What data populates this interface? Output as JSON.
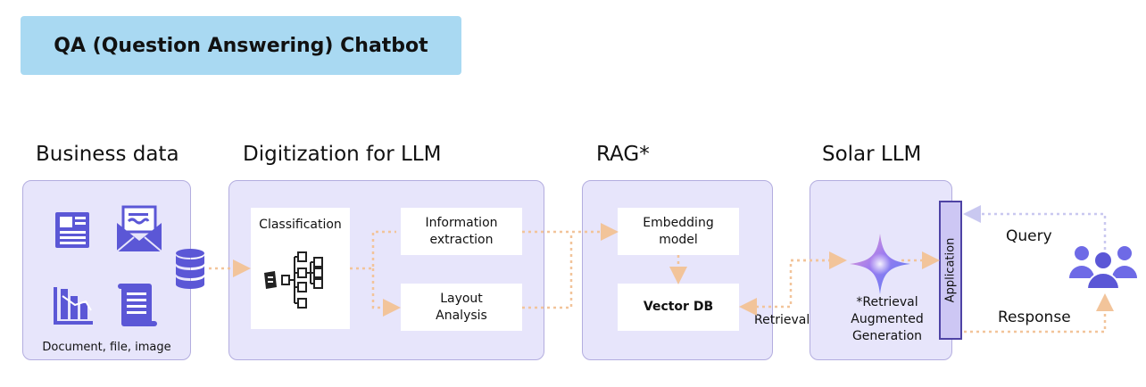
{
  "title": "QA (Question Answering) Chatbot",
  "sections": {
    "business": {
      "heading": "Business data",
      "caption": "Document, file, image",
      "icons": [
        "newspaper-icon",
        "envelope-icon",
        "bar-chart-icon",
        "scroll-icon",
        "database-icon"
      ]
    },
    "digitization": {
      "heading": "Digitization for LLM",
      "classification": "Classification",
      "information_extraction": "Information\nextraction",
      "layout_analysis": "Layout\nAnalysis",
      "icons": [
        "document-tree-icon"
      ]
    },
    "rag": {
      "heading": "RAG*",
      "embedding_model": "Embedding\nmodel",
      "vector_db": "Vector DB"
    },
    "solar": {
      "heading": "Solar LLM",
      "footnote": "*Retrieval\nAugmented\nGeneration",
      "application": "Application",
      "icons": [
        "sparkle-icon"
      ]
    }
  },
  "flow_labels": {
    "retrieval": "Retrieval",
    "query": "Query",
    "response": "Response"
  },
  "users_icon": "users-icon",
  "colors": {
    "banner": "#a9d9f2",
    "panel": "#e7e5fb",
    "panel_border": "#b3addf",
    "icon": "#5b57d6",
    "arrow": "#f2c49a",
    "query_arrow": "#c9c8f0",
    "application_border": "#4e43a5"
  }
}
